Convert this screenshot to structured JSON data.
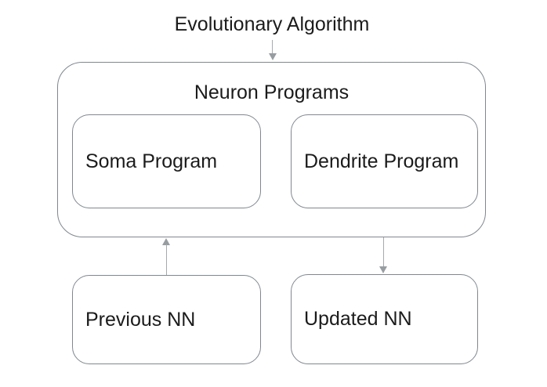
{
  "diagram": {
    "title": "Evolutionary Algorithm",
    "neuron_programs": {
      "label": "Neuron Programs",
      "children": [
        {
          "label": "Soma Program"
        },
        {
          "label": "Dendrite Program"
        }
      ]
    },
    "bottom_boxes": [
      {
        "label": "Previous NN"
      },
      {
        "label": "Updated NN"
      }
    ],
    "arrows": [
      {
        "name": "evolutionary-algorithm-to-neuron-programs",
        "direction": "down"
      },
      {
        "name": "previous-nn-to-neuron-programs",
        "direction": "up"
      },
      {
        "name": "neuron-programs-to-updated-nn",
        "direction": "down"
      }
    ],
    "colors": {
      "background": "#ffffff",
      "box_border": "#7f888e",
      "arrow_shaft": "#a6aaad",
      "arrow_head": "#989da1",
      "text": "#1b1b1b"
    }
  }
}
